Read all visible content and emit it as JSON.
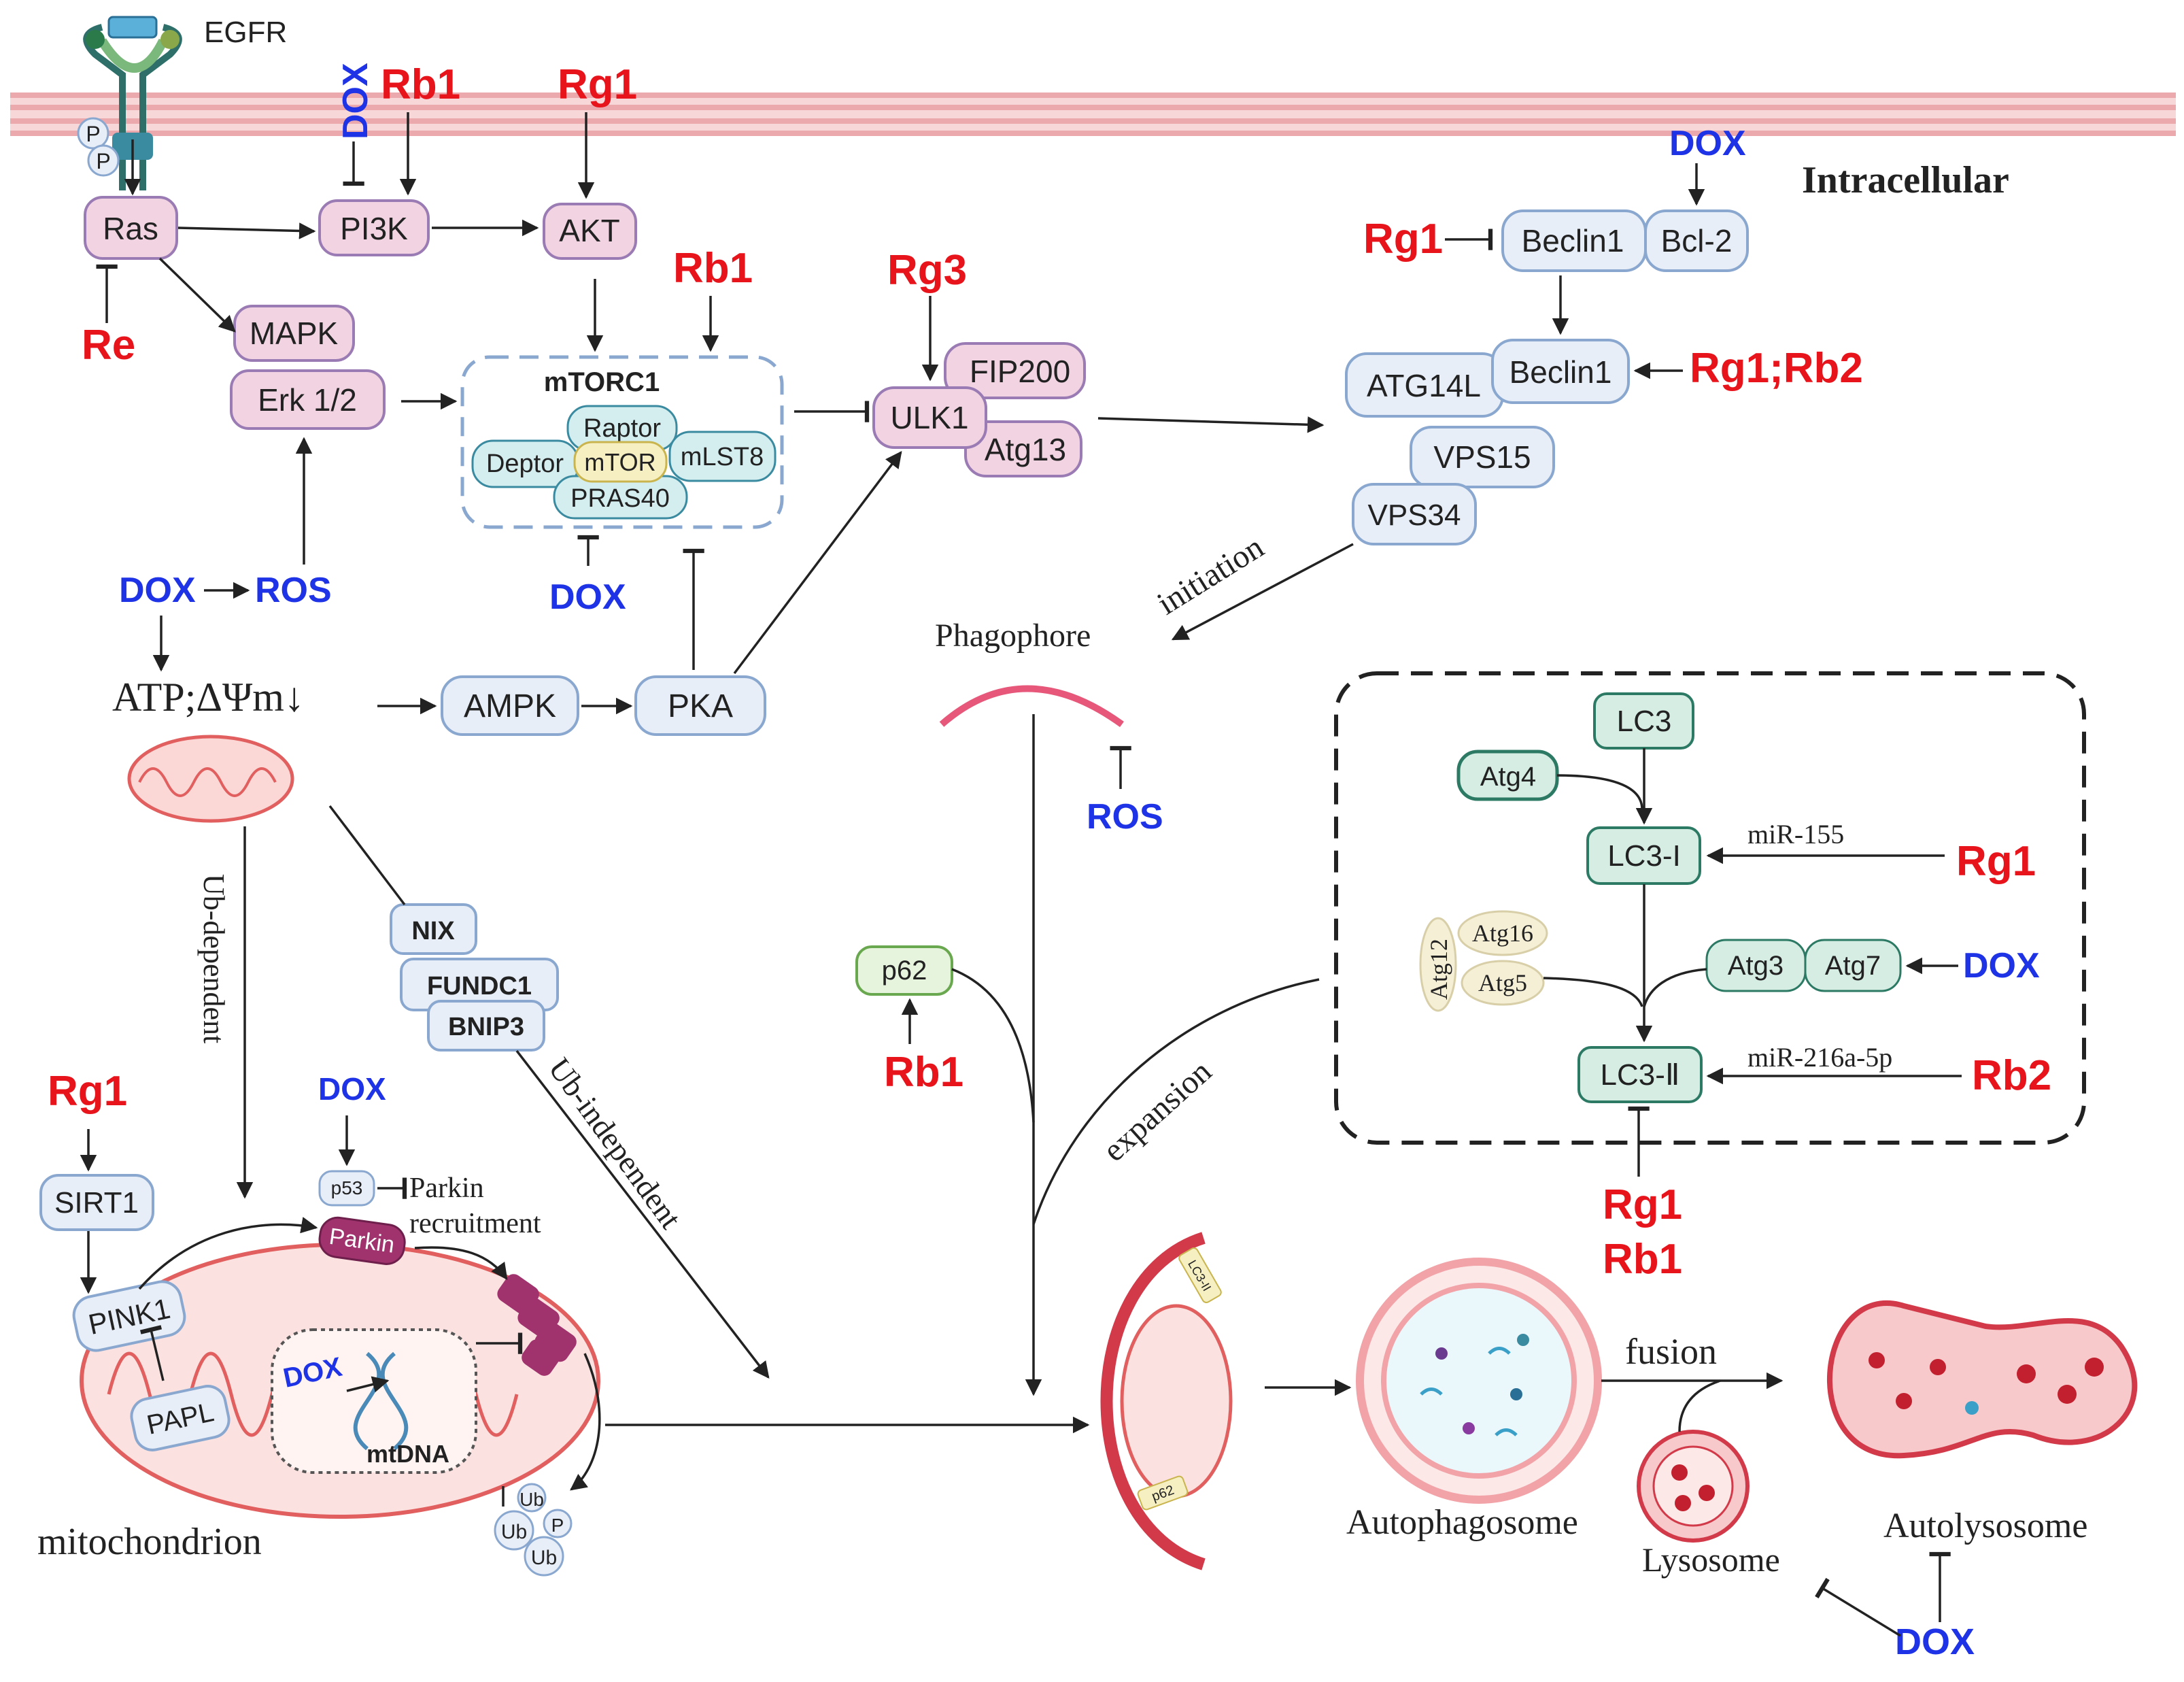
{
  "colors": {
    "drug_red": "#e8141c",
    "drug_blue": "#1f33e6",
    "pink_fill": "#f2d3e2",
    "pink_stroke": "#9a7bb3",
    "blue_fill": "#e7eef8",
    "blue_stroke": "#8aa8cf",
    "green_fill": "#d6ede4",
    "green_stroke": "#2d7a64",
    "membrane": "#f2b9bc",
    "parkin": "#a0336e"
  },
  "labels": {
    "egfr": "EGFR",
    "intracellular": "Intracellular",
    "p": "P",
    "ras": "Ras",
    "pi3k": "PI3K",
    "akt": "AKT",
    "mapk": "MAPK",
    "erk": "Erk 1/2",
    "mtorc1": "mTORC1",
    "raptor": "Raptor",
    "deptor": "Deptor",
    "mtor": "mTOR",
    "mlst8": "mLST8",
    "pras40": "PRAS40",
    "ulk1": "ULK1",
    "fip200": "FIP200",
    "atg13": "Atg13",
    "beclin1": "Beclin1",
    "bcl2": "Bcl-2",
    "atg14l": "ATG14L",
    "vps15": "VPS15",
    "vps34": "VPS34",
    "ros": "ROS",
    "atp": "ATP;ΔΨm↓",
    "ampk": "AMPK",
    "pka": "PKA",
    "phagophore": "Phagophore",
    "initiation": "initiation",
    "expansion": "expansion",
    "ub_dependent": "Ub-dependent",
    "ub_independent": "Ub-independent",
    "nix": "NIX",
    "fundc1": "FUNDC1",
    "bnip3": "BNIP3",
    "sirt1": "SIRT1",
    "pink1": "PINK1",
    "papl": "PAPL",
    "p53": "p53",
    "parkin_recruit_1": "Parkin",
    "parkin_recruit_2": "recruitment",
    "parkin": "Parkin",
    "mtdna": "mtDNA",
    "mitochondrion": "mitochondrion",
    "ub": "Ub",
    "p62": "p62",
    "lc3": "LC3",
    "atg4": "Atg4",
    "lc3i": "LC3-I",
    "lc3ii": "LC3-Ⅱ",
    "mir155": "miR-155",
    "atg12": "Atg12",
    "atg16": "Atg16",
    "atg5": "Atg5",
    "atg3": "Atg3",
    "atg7": "Atg7",
    "mir216": "miR-216a-5p",
    "small_lc3ii": "LC3-II",
    "autophagosome": "Autophagosome",
    "fusion": "fusion",
    "lysosome": "Lysosome",
    "autolysosome": "Autolysosome"
  },
  "drugs": {
    "dox": "DOX",
    "rb1": "Rb1",
    "rg1": "Rg1",
    "rg3": "Rg3",
    "re": "Re",
    "rb2": "Rb2",
    "rg1rb2": "Rg1;Rb2"
  }
}
